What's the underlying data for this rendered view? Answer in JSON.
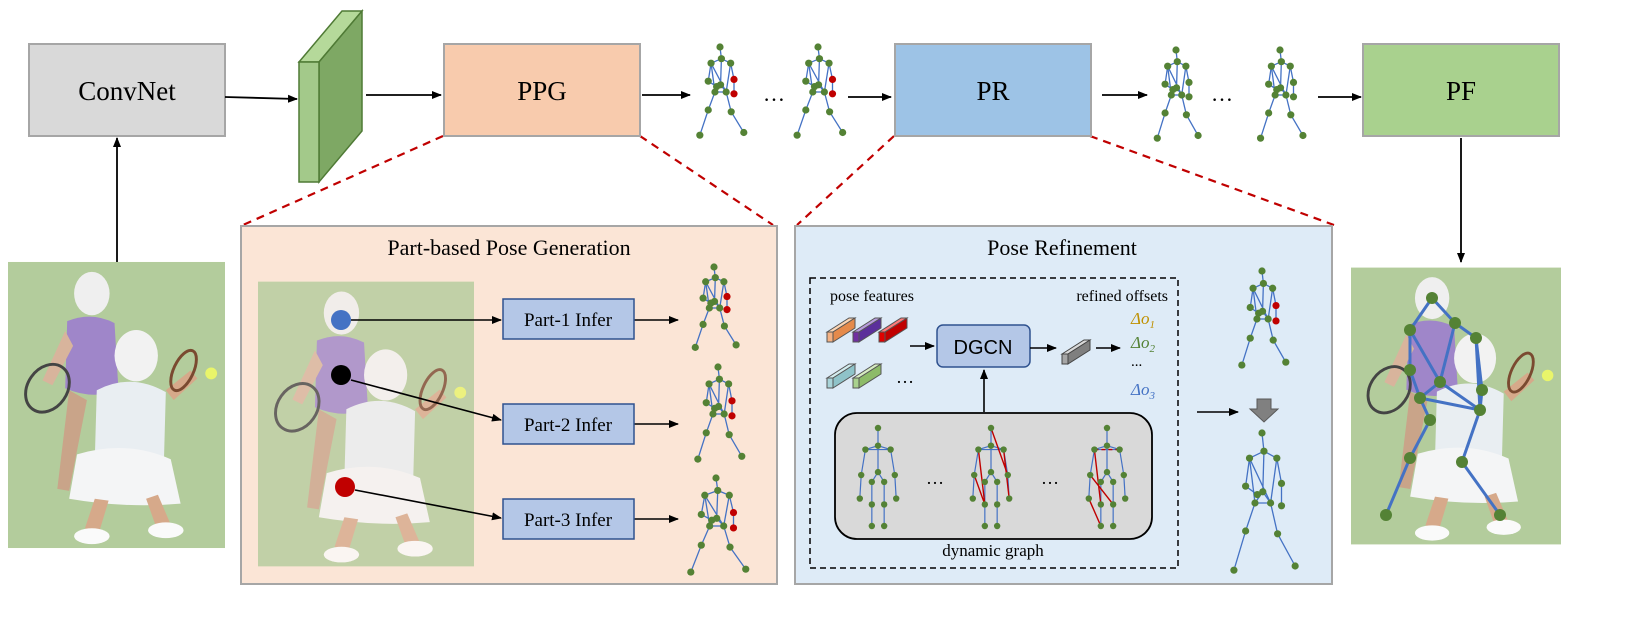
{
  "blocks": {
    "convnet": "ConvNet",
    "ppg": "PPG",
    "pr": "PR",
    "pf": "PF"
  },
  "ellipsis": "…",
  "ppg_panel": {
    "title": "Part-based Pose Generation",
    "infer_1": "Part-1 Infer",
    "infer_2": "Part-2 Infer",
    "infer_3": "Part-3 Infer"
  },
  "pr_panel": {
    "title": "Pose Refinement",
    "pose_features": "pose features",
    "refined_offsets": "refined offsets",
    "dgcn": "DGCN",
    "offset_symbol": "Δo",
    "offset_1": "1",
    "offset_2": "2",
    "offset_3": "3",
    "offset_dots": "...",
    "feature_dots": "…",
    "dynamic_graph": "dynamic graph"
  },
  "colors": {
    "convnet_fill": "#d9d9d9",
    "ppg_fill": "#f8cbad",
    "pr_fill": "#9dc3e6",
    "pf_fill": "#a9d18e",
    "ppg_panel_fill": "#fbe5d6",
    "pr_panel_fill": "#deebf7",
    "infer_fill": "#b4c7e7",
    "dashed_connector": "#c00000",
    "joint": "#548235",
    "limb": "#4472c4",
    "highlight_joint": "#c00000",
    "offset_1": "#bf9000",
    "offset_2": "#548235",
    "offset_3": "#4472c4"
  },
  "icons": {
    "part1_marker": "blue-dot",
    "part2_marker": "black-dot",
    "part3_marker": "red-dot"
  }
}
